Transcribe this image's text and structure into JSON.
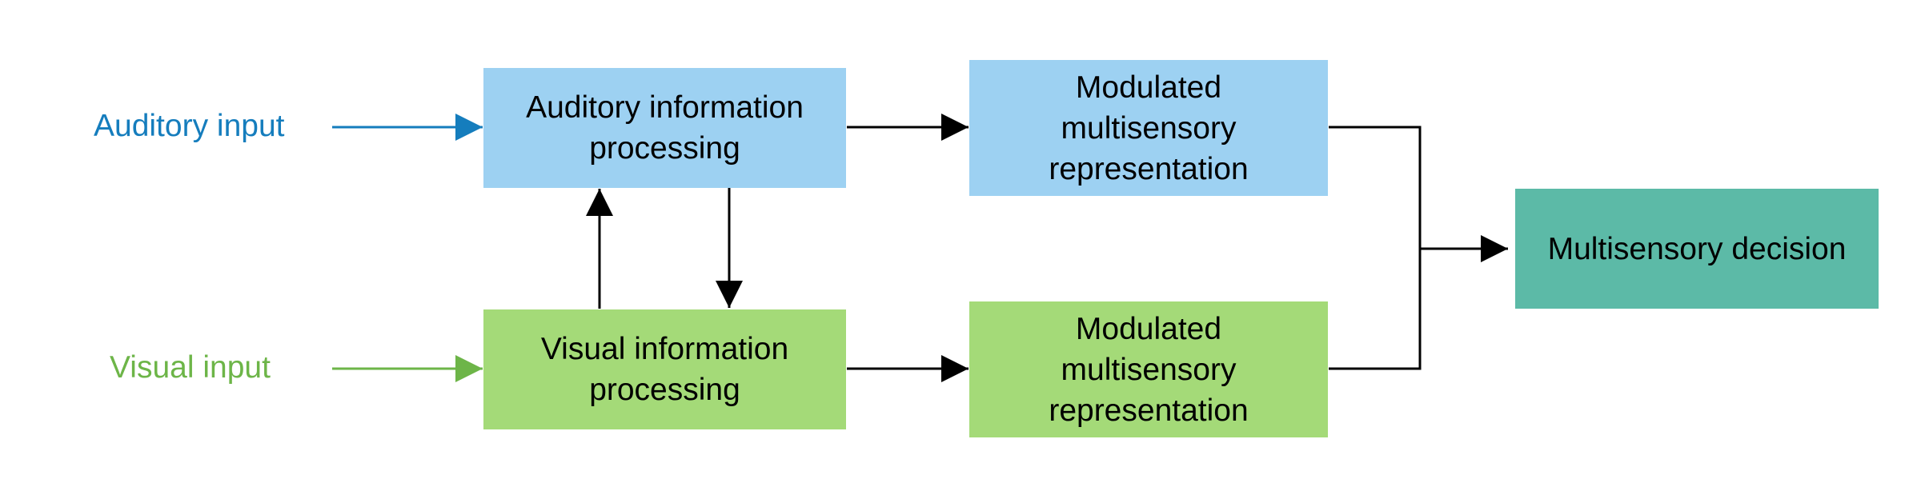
{
  "inputs": {
    "auditory": "Auditory input",
    "visual": "Visual input"
  },
  "nodes": {
    "auditory_processing": "Auditory information\nprocessing",
    "visual_processing": "Visual information\nprocessing",
    "auditory_modulated": "Modulated\nmultisensory\nrepresentation",
    "visual_modulated": "Modulated\nmultisensory\nrepresentation",
    "decision": "Multisensory decision"
  },
  "colors": {
    "auditory_fill": "#9dd1f2",
    "visual_fill": "#a4da78",
    "decision_fill": "#5cbaa7",
    "auditory_text": "#157dbd",
    "visual_text": "#6db548",
    "edge": "#000000"
  }
}
